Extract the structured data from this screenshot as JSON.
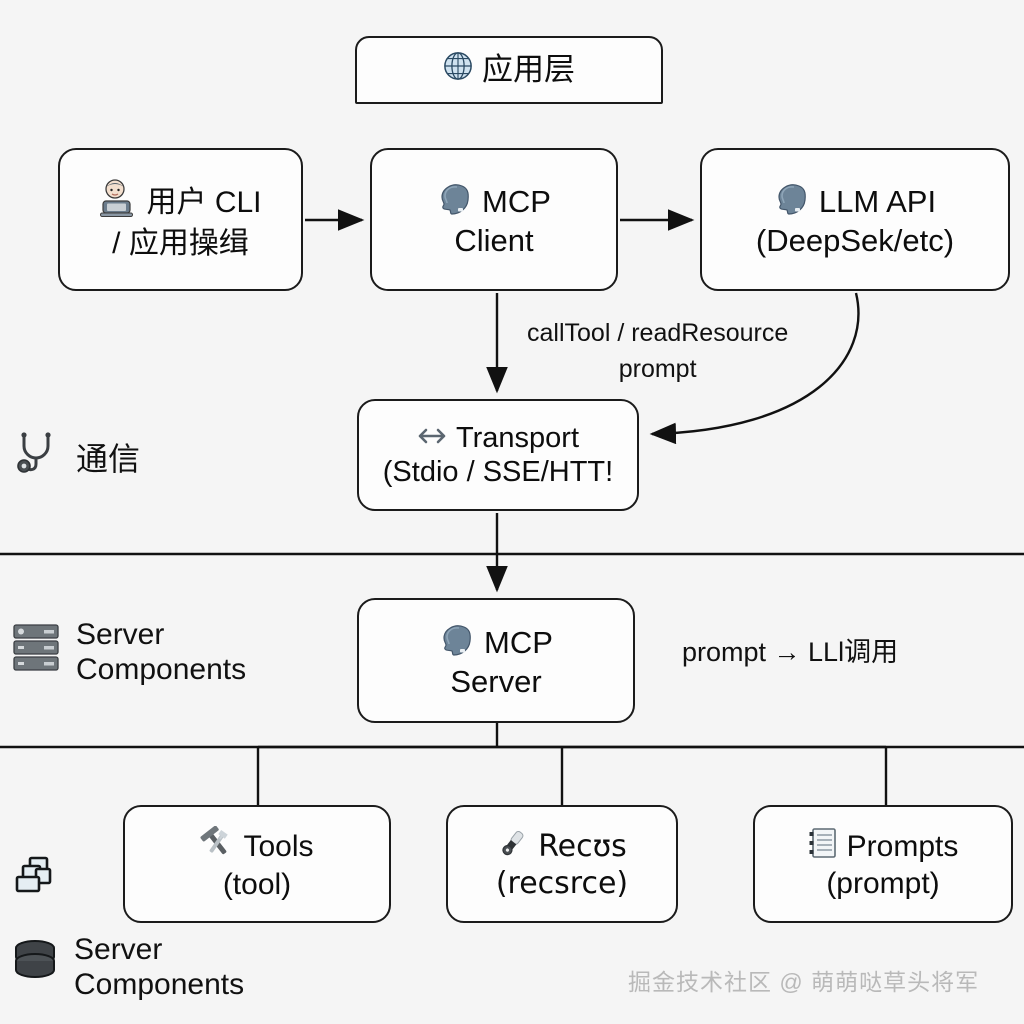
{
  "diagram": {
    "title": "MCP Architecture Layers",
    "background_color": "#f5f5f5",
    "border_color": "#1b1b1b",
    "node_fill": "#fdfdfd"
  },
  "nodes": {
    "app_layer": {
      "icon": "globe-icon",
      "line1": "应用层",
      "line2": ""
    },
    "user_cli": {
      "icon": "person-computer-icon",
      "line1": "用户 CLI",
      "line2": "/ 应用操缉"
    },
    "mcp_client": {
      "icon": "head-silhouette-icon",
      "line1": "MCP",
      "line2": "Client"
    },
    "llm_api": {
      "icon": "head-silhouette-icon",
      "line1": "LLM API",
      "line2": "(DeepSek/etc)"
    },
    "transport": {
      "icon": "left-right-arrow-icon",
      "line1": "Transport",
      "line2": "(Stdio / SSE/HTT!"
    },
    "mcp_server": {
      "icon": "head-silhouette-icon",
      "line1": "MCP",
      "line2": "Server"
    },
    "tools": {
      "icon": "hammer-wrench-icon",
      "line1": "Tools",
      "line2": "(tool)"
    },
    "resources": {
      "icon": "pen-icon",
      "line1": "Recʊs",
      "line2": "(recsrce)"
    },
    "prompts": {
      "icon": "clipboard-list-icon",
      "line1": "Prompts",
      "line2": "(prompt)"
    }
  },
  "lanes": {
    "communication": {
      "icon": "stethoscope-icon",
      "label": "通信"
    },
    "server_components_top": {
      "icon": "server-rack-icon",
      "line1": "Server",
      "line2": "Components"
    },
    "server_components_bottom": {
      "icon": "database-icon",
      "line1": "Server",
      "line2": "Components"
    },
    "stack_icon": {
      "icon": "layers-stack-icon"
    }
  },
  "edge_labels": {
    "call_tool": {
      "line1": "callTool / readResource",
      "line2": "prompt"
    },
    "prompt_llm": {
      "text": "prompt → LLl调用"
    }
  },
  "watermark": {
    "text": "掘金技术社区 @ 萌萌哒草头将军"
  }
}
